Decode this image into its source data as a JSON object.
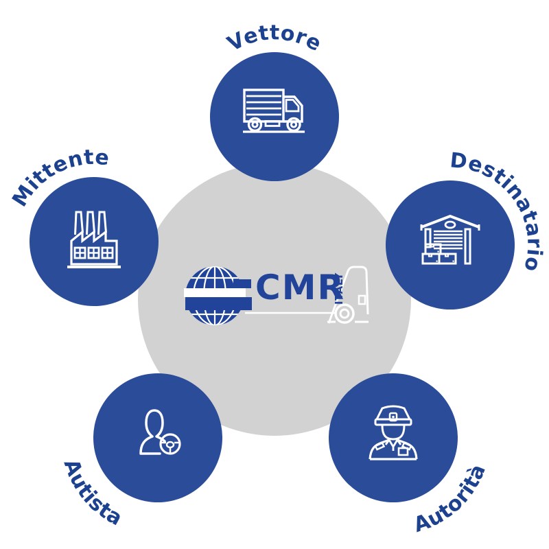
{
  "logo": {
    "prefix_symbol": "e",
    "hyphen": "-",
    "wordmark": "CMR",
    "country": "ITALY"
  },
  "nodes": [
    {
      "id": "vettore",
      "label": "Vettore",
      "icon": "truck-icon"
    },
    {
      "id": "mittente",
      "label": "Mittente",
      "icon": "factory-icon"
    },
    {
      "id": "destinatario",
      "label": "Destinatario",
      "icon": "warehouse-icon"
    },
    {
      "id": "autista",
      "label": "Autista",
      "icon": "driver-steering-wheel-icon"
    },
    {
      "id": "autorita",
      "label": "Autorità",
      "icon": "police-officer-icon"
    }
  ],
  "colors": {
    "brand_blue": "#2a4c99",
    "label_blue": "#1c418f",
    "logo_blue": "#21449a",
    "hub_gray": "#d2d2d2",
    "icon_white": "#ffffff"
  }
}
